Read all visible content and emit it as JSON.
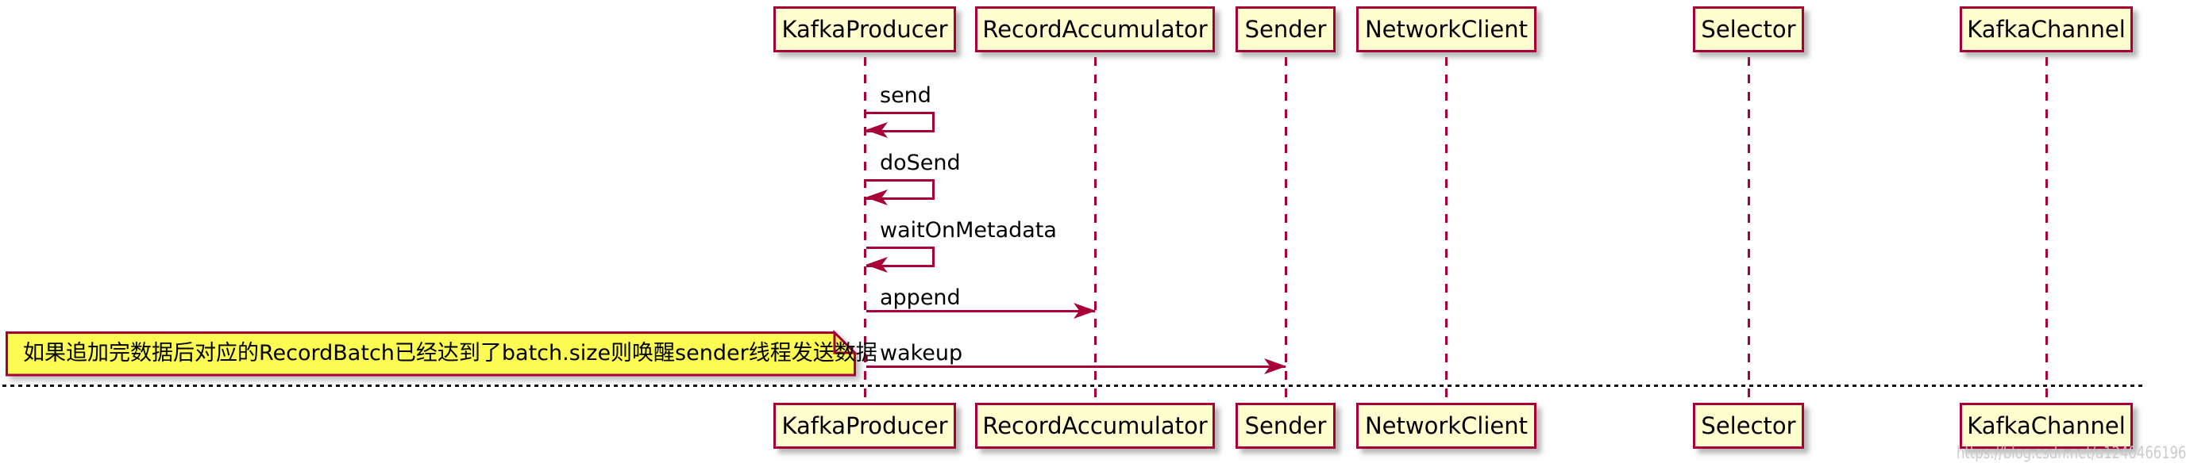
{
  "diagram": {
    "type": "sequence",
    "participants": [
      {
        "label": "KafkaProducer"
      },
      {
        "label": "RecordAccumulator"
      },
      {
        "label": "Sender"
      },
      {
        "label": "NetworkClient"
      },
      {
        "label": "Selector"
      },
      {
        "label": "KafkaChannel"
      }
    ],
    "messages": [
      {
        "from": "KafkaProducer",
        "to": "KafkaProducer",
        "label": "send",
        "kind": "self"
      },
      {
        "from": "KafkaProducer",
        "to": "KafkaProducer",
        "label": "doSend",
        "kind": "self"
      },
      {
        "from": "KafkaProducer",
        "to": "KafkaProducer",
        "label": "waitOnMetadata",
        "kind": "self"
      },
      {
        "from": "KafkaProducer",
        "to": "RecordAccumulator",
        "label": "append",
        "kind": "arrow"
      },
      {
        "from": "KafkaProducer",
        "to": "Sender",
        "label": "wakeup",
        "kind": "arrow"
      }
    ],
    "note": {
      "text": "如果追加完数据后对应的RecordBatch已经达到了batch.size则唤醒sender线程发送数据",
      "attached_to": "wakeup"
    },
    "watermark": {
      "text": "https://blog.csdn.net/a1240466196"
    },
    "colors": {
      "accent": "#A80036",
      "participant_fill": "#FEFECE",
      "note_fill": "#FBFB54",
      "text": "#000000",
      "watermark": "#C9C9C9"
    }
  }
}
